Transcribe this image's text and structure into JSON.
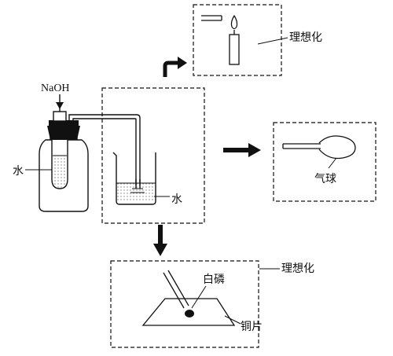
{
  "labels": {
    "naoh": "NaOH",
    "water_left": "水",
    "water_beaker": "水",
    "ideal_top": "理想化",
    "balloon": "气球",
    "white_phosphorus": "白磷",
    "copper_sheet": "铜片",
    "ideal_bottom": "理想化"
  },
  "colors": {
    "ink": "#111111",
    "paper": "#ffffff",
    "dot_fill": "#888888"
  }
}
